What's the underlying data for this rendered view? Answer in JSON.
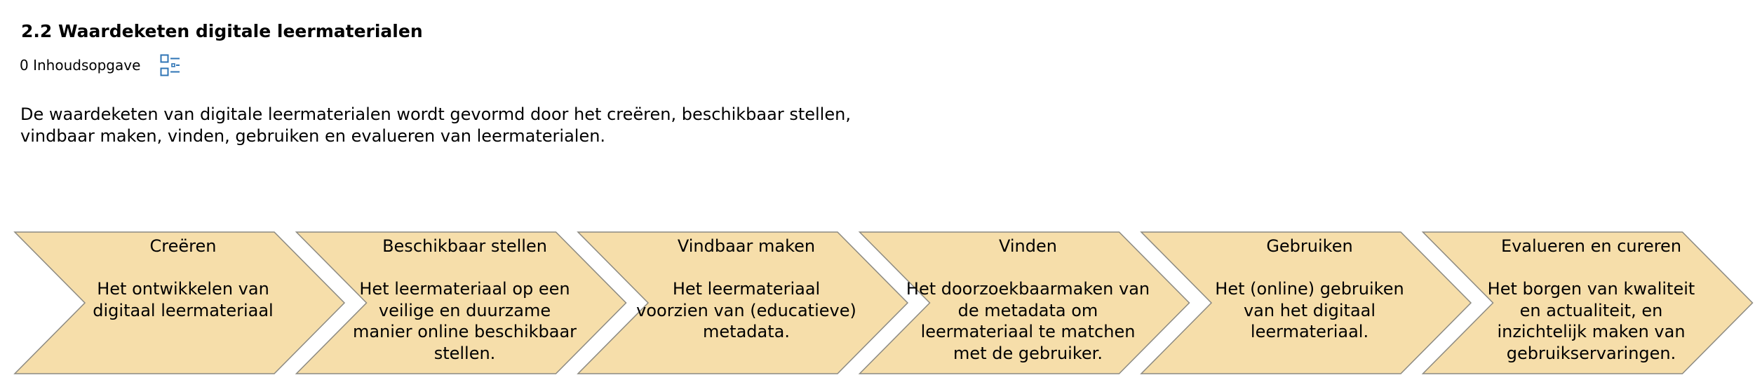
{
  "page": {
    "title": "2.2 Waardeketen digitale leermaterialen",
    "toc_link": "0 Inhoudsopgave",
    "toc_icon": "table-of-contents-icon",
    "intro_line1": "De waardeketen van digitale leermaterialen wordt gevormd door het creëren, beschikbaar stellen,",
    "intro_line2": "vindbaar maken, vinden, gebruiken en evalueren van leermaterialen."
  },
  "colors": {
    "chevron_fill": "#f6deaa",
    "chevron_stroke": "#8c8a82",
    "icon_blue": "#2f74b5"
  },
  "steps": [
    {
      "title": "Creëren",
      "lines": [
        "Het ontwikkelen van",
        "digitaal leermateriaal"
      ]
    },
    {
      "title": "Beschikbaar stellen",
      "lines": [
        "Het leermateriaal op een",
        "veilige en duurzame",
        "manier online beschikbaar",
        "stellen."
      ]
    },
    {
      "title": "Vindbaar maken",
      "lines": [
        "Het leermateriaal",
        "voorzien van (educatieve)",
        "metadata."
      ]
    },
    {
      "title": "Vinden",
      "lines": [
        "Het doorzoekbaarmaken van",
        "de metadata om",
        "leermateriaal te matchen",
        "met de gebruiker."
      ]
    },
    {
      "title": "Gebruiken",
      "lines": [
        "Het (online) gebruiken",
        "van het digitaal",
        "leermateriaal."
      ]
    },
    {
      "title": "Evalueren en cureren",
      "lines": [
        "Het borgen van kwaliteit",
        "en actualiteit, en",
        "inzichtelijk maken van",
        "gebruikservaringen."
      ]
    }
  ]
}
